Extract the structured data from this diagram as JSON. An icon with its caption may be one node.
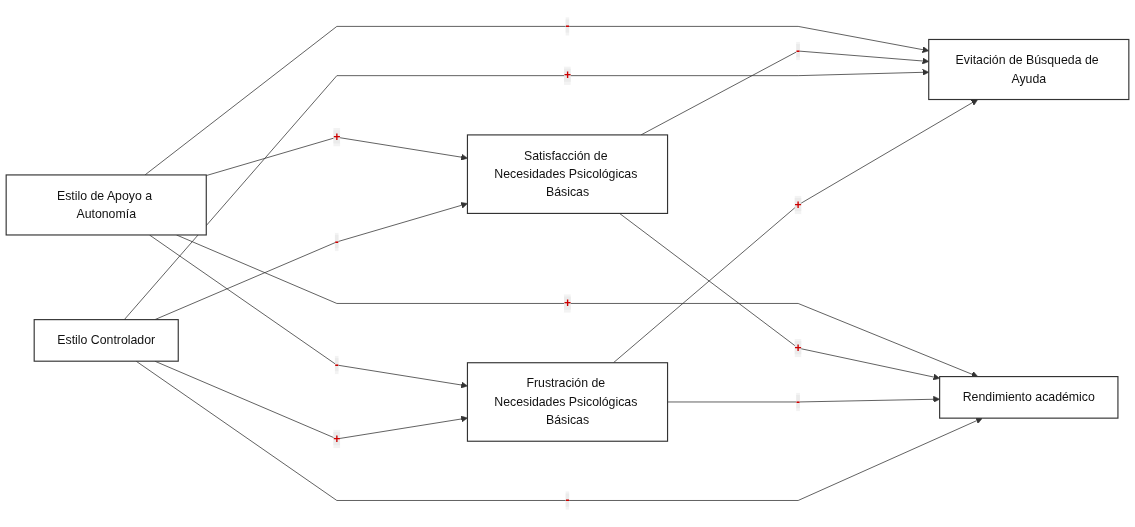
{
  "diagram": {
    "nodes": [
      {
        "text": [
          "Estilo de Apoyo a Autonomía"
        ]
      },
      {
        "text": [
          "Evitación de Búsqueda de Ayuda"
        ]
      },
      {
        "text": [
          "Satisfacción de Necesidades Psicológicas Básicas"
        ]
      },
      {
        "text": [
          "Estilo Controlador"
        ]
      },
      {
        "text": [
          "Frustración de Necesidades Psicológicas Básicas"
        ]
      },
      {
        "text": [
          "Rendimiento académico"
        ]
      }
    ],
    "edges": [
      {
        "from": 0,
        "to": 1,
        "arrow": "to",
        "label": "-"
      },
      {
        "from": 0,
        "to": 2,
        "arrow": "to",
        "label": "+"
      },
      {
        "from": 0,
        "to": 4,
        "arrow": "to",
        "label": "-"
      },
      {
        "from": 0,
        "to": 5,
        "arrow": "to",
        "label": "+"
      },
      {
        "from": 2,
        "to": 1,
        "arrow": "to",
        "label": "-"
      },
      {
        "from": 3,
        "to": 2,
        "arrow": "to",
        "label": "-"
      },
      {
        "from": 3,
        "to": 1,
        "arrow": "to",
        "label": "+"
      },
      {
        "from": 4,
        "to": 1,
        "arrow": "to",
        "label": "+"
      },
      {
        "from": 2,
        "to": 5,
        "arrow": "to",
        "label": "+"
      },
      {
        "from": 3,
        "to": 4,
        "arrow": "to",
        "label": "+"
      },
      {
        "from": 4,
        "to": 5,
        "arrow": "to",
        "label": "-"
      },
      {
        "from": 3,
        "to": 5,
        "arrow": "to",
        "label": "-"
      }
    ]
  }
}
